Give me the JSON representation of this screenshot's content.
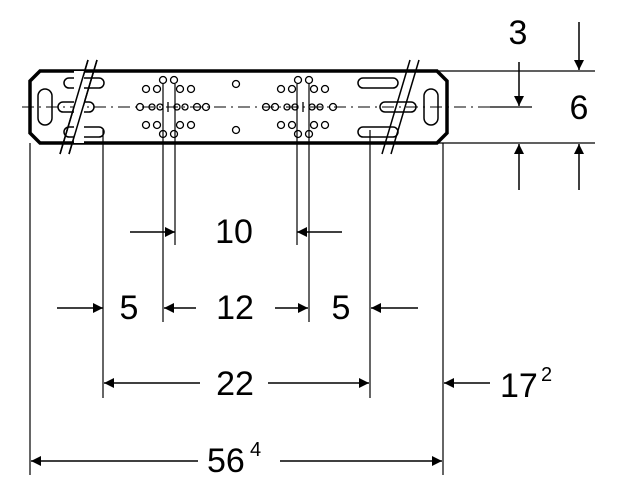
{
  "dimensions": {
    "d_3": "3",
    "d_6": "6",
    "d_10": "10",
    "d_5_left": "5",
    "d_12": "12",
    "d_5_right": "5",
    "d_22": "22",
    "d_17_main": "17",
    "d_17_sup": "2",
    "d_56_main": "56",
    "d_56_sup": "4"
  },
  "colors": {
    "line": "#000000",
    "background": "#ffffff"
  }
}
